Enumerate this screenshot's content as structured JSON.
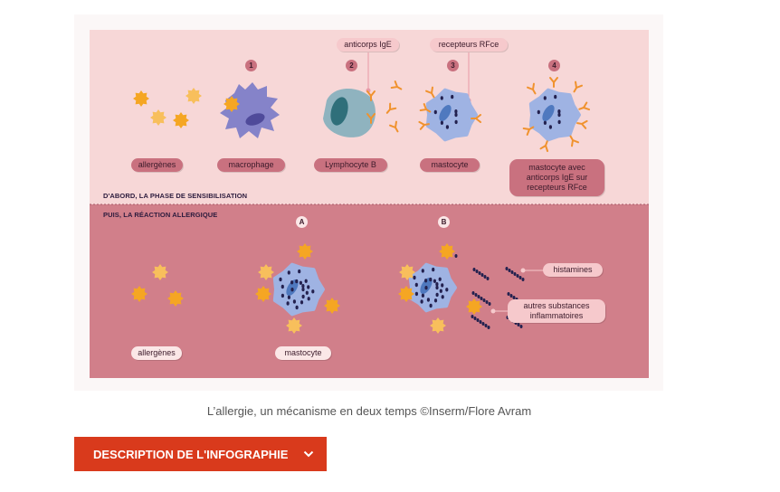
{
  "infographic": {
    "phase1_title": "D'ABORD, LA PHASE DE SENSIBILISATION",
    "phase2_title": "PUIS, LA RÉACTION ALLERGIQUE",
    "steps": [
      "1",
      "2",
      "3",
      "4"
    ],
    "top_labels": {
      "allergenes": "allergènes",
      "macrophage": "macrophage",
      "lymphocyte": "Lymphocyte B",
      "mastocyte": "mastocyte",
      "mastocyte_ige": "mastocyte avec anticorps IgE sur recepteurs RFce",
      "anticorps": "anticorps IgE",
      "recepteurs": "recepteurs RFce"
    },
    "stages": [
      "A",
      "B"
    ],
    "bottom_labels": {
      "allergenes": "allergènes",
      "mastocyte": "mastocyte",
      "histamines": "histamines",
      "autres": "autres substances inflammatoires"
    }
  },
  "caption": "L’allergie, un mécanisme en deux temps ©Inserm/Flore Avram",
  "description_button": "DESCRIPTION DE L'INFOGRAPHIE",
  "colors": {
    "accent": "#d93a1c",
    "phase1_bg": "#f7d7d7",
    "phase2_bg": "#d17f8a",
    "allergen": "#f5a623",
    "mast_cell": "#9fb3e3"
  }
}
